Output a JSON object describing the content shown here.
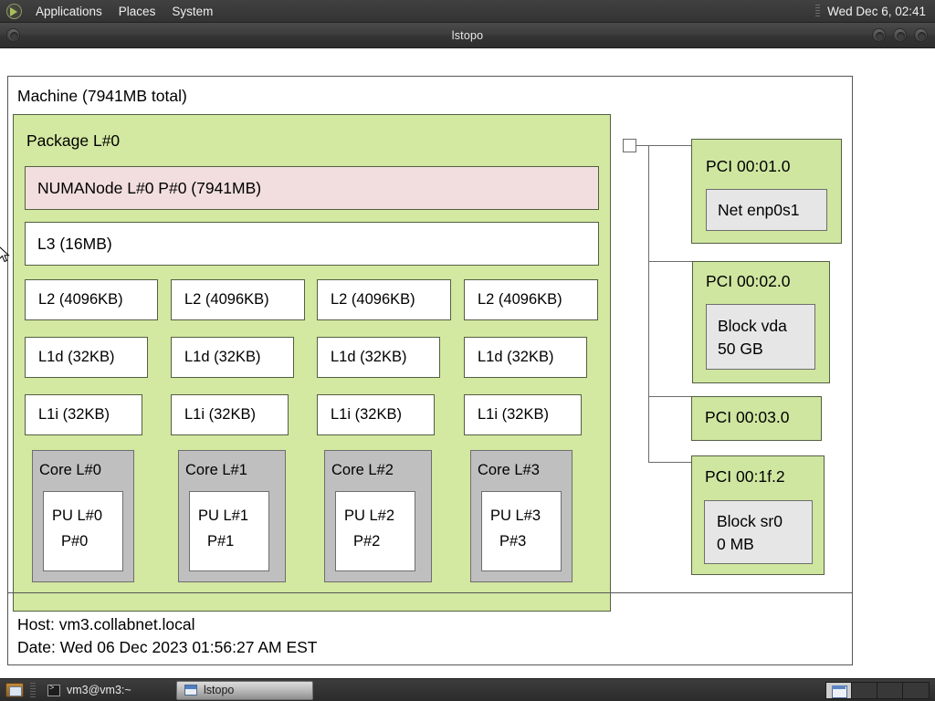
{
  "top_panel": {
    "launcher_icon": "gnome-foot-icon",
    "menus": [
      "Applications",
      "Places",
      "System"
    ],
    "clock": "Wed Dec  6, 02:41"
  },
  "window": {
    "title": "lstopo",
    "menu_button_icon": "window-menu-icon",
    "buttons": [
      "minimize-button",
      "maximize-button",
      "close-button"
    ]
  },
  "topology": {
    "machine_label": "Machine (7941MB total)",
    "package_label": "Package L#0",
    "numa_label": "NUMANode L#0 P#0 (7941MB)",
    "l3_label": "L3 (16MB)",
    "l2": [
      "L2 (4096KB)",
      "L2 (4096KB)",
      "L2 (4096KB)",
      "L2 (4096KB)"
    ],
    "l1d": [
      "L1d (32KB)",
      "L1d (32KB)",
      "L1d (32KB)",
      "L1d (32KB)"
    ],
    "l1i": [
      "L1i (32KB)",
      "L1i (32KB)",
      "L1i (32KB)",
      "L1i (32KB)"
    ],
    "cores": [
      {
        "label": "Core L#0",
        "pu_line1": "PU L#0",
        "pu_line2": "P#0"
      },
      {
        "label": "Core L#1",
        "pu_line1": "PU L#1",
        "pu_line2": "P#1"
      },
      {
        "label": "Core L#2",
        "pu_line1": "PU L#2",
        "pu_line2": "P#2"
      },
      {
        "label": "Core L#3",
        "pu_line1": "PU L#3",
        "pu_line2": "P#3"
      }
    ],
    "pci": [
      {
        "label": "PCI 00:01.0",
        "child_line1": "Net enp0s1",
        "child_line2": ""
      },
      {
        "label": "PCI 00:02.0",
        "child_line1": "Block vda",
        "child_line2": "50 GB"
      },
      {
        "label": "PCI 00:03.0",
        "child_line1": "",
        "child_line2": ""
      },
      {
        "label": "PCI 00:1f.2",
        "child_line1": "Block sr0",
        "child_line2": "0 MB"
      }
    ],
    "footer": {
      "host": "Host: vm3.collabnet.local",
      "date": "Date: Wed 06 Dec 2023 01:56:27 AM EST"
    }
  },
  "bottom_panel": {
    "show_desktop_icon": "show-desktop-icon",
    "tasks": [
      {
        "label": "vm3@vm3:~",
        "icon": "terminal-icon",
        "active": false
      },
      {
        "label": "lstopo",
        "icon": "window-icon",
        "active": true
      }
    ],
    "workspaces": 4,
    "active_workspace": 1
  },
  "colors": {
    "package_green": "#d3e8a0",
    "numa_pink": "#f2dede",
    "core_gray": "#bfbfbf",
    "osdev_gray": "#e6e6e6",
    "border_olive": "#545f45"
  }
}
